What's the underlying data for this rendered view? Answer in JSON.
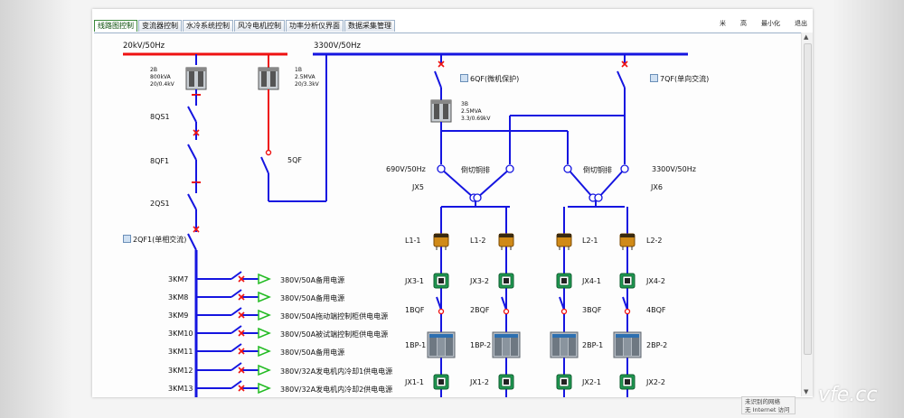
{
  "tabs": [
    {
      "label": "线路图控制",
      "active": true
    },
    {
      "label": "变流器控制",
      "active": false
    },
    {
      "label": "水冷系统控制",
      "active": false
    },
    {
      "label": "风冷电机控制",
      "active": false
    },
    {
      "label": "功率分析仪界面",
      "active": false
    },
    {
      "label": "数据采集管理",
      "active": false
    }
  ],
  "window_buttons": {
    "left": "米",
    "mid": "高",
    "minimize": "最小化",
    "close": "退出"
  },
  "buses": {
    "left": "20kV/50Hz",
    "right": "3300V/50Hz"
  },
  "transformers": [
    {
      "id": "2B",
      "rating": "800kVA",
      "ratio": "20/0.4kV"
    },
    {
      "id": "1B",
      "rating": "2.5MVA",
      "ratio": "20/3.3kV"
    },
    {
      "id": "3B",
      "rating": "2.5MVA",
      "ratio": "3.3/0.69kV"
    }
  ],
  "switches": {
    "qs8": "8QS1",
    "qf8": "8QF1",
    "qs2": "2QS1",
    "qf2": "2QF1(单相交流)",
    "qf5": "5QF",
    "qf6": "6QF(微机保护)",
    "qf7": "7QF(单向交流)"
  },
  "mid": {
    "v690": "690V/50Hz",
    "v3300": "3300V/50Hz",
    "copper1": "倒切铜排",
    "copper2": "倒切铜排",
    "jx5": "JX5",
    "jx6": "JX6"
  },
  "branches": [
    {
      "l": "L1-1",
      "jx3": "JX3-1",
      "bqf": "1BQF",
      "bp": "1BP-1",
      "jx": "JX1-1"
    },
    {
      "l": "L1-2",
      "jx3": "JX3-2",
      "bqf": "2BQF",
      "bp": "1BP-2",
      "jx": "JX1-2"
    },
    {
      "l": "L2-1",
      "jx3": "JX4-1",
      "bqf": "3BQF",
      "bp": "2BP-1",
      "jx": "JX2-1"
    },
    {
      "l": "L2-2",
      "jx3": "JX4-2",
      "bqf": "4BQF",
      "bp": "2BP-2",
      "jx": "JX2-2"
    }
  ],
  "feeders": [
    {
      "km": "3KM7",
      "desc": "380V/50A备用电源"
    },
    {
      "km": "3KM8",
      "desc": "380V/50A备用电源"
    },
    {
      "km": "3KM9",
      "desc": "380V/50A拖动端控制柜供电电源"
    },
    {
      "km": "3KM10",
      "desc": "380V/50A被试端控制柜供电电源"
    },
    {
      "km": "3KM11",
      "desc": "380V/50A备用电源"
    },
    {
      "km": "3KM12",
      "desc": "380V/32A发电机内冷却1供电电源"
    },
    {
      "km": "3KM13",
      "desc": "380V/32A发电机内冷却2供电电源"
    }
  ],
  "status": {
    "line1": "未识别的网络",
    "line2": "无 Internet 访问"
  },
  "watermark": "vfe.cc",
  "colors": {
    "bus": "#1515e0",
    "red": "#ee1111",
    "green": "#22bb22"
  }
}
